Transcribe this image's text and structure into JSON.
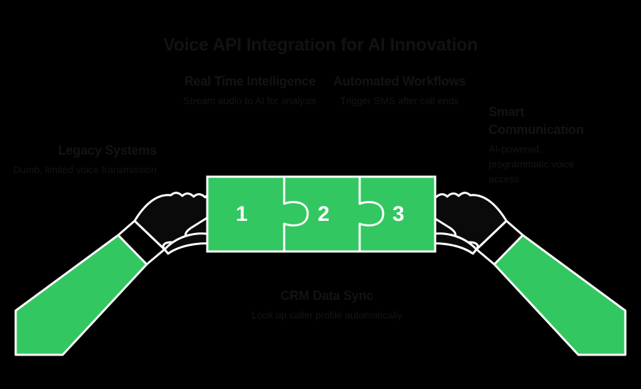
{
  "title": "Voice API Integration for AI Innovation",
  "colors": {
    "background": "#000000",
    "puzzle_green": "#33c761",
    "outline_white": "#ffffff",
    "title_text": "#121212",
    "body_text": "#141414",
    "number_text": "#ffffff"
  },
  "puzzle": {
    "pieces": [
      {
        "number": "1"
      },
      {
        "number": "2"
      },
      {
        "number": "3"
      }
    ]
  },
  "annotations": {
    "legacy": {
      "title": "Legacy Systems",
      "desc": "Dumb, limited voice transmission"
    },
    "realtime": {
      "title": "Real Time Intelligence",
      "desc": "Stream audio to AI for analysis"
    },
    "automated": {
      "title": "Automated Workflows",
      "desc": "Trigger SMS after call ends"
    },
    "smart": {
      "title": "Smart Communication",
      "desc": "AI-powered, programmatic voice access"
    },
    "crm": {
      "title": "CRM Data Sync",
      "desc": "Look up caller profile automatically"
    }
  },
  "figure": {
    "left_arm_label": "left-hand-holding-puzzle",
    "right_arm_label": "right-hand-holding-puzzle"
  }
}
